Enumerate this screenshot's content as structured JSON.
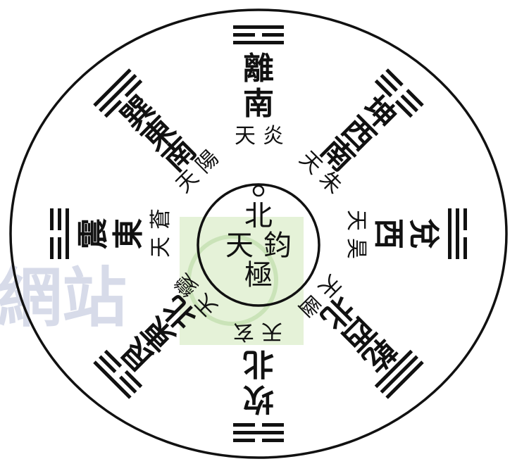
{
  "colors": {
    "ink": "#111111",
    "paper": "#ffffff",
    "watermark_blue": "#b8bfd8",
    "watermark_green": "#cfe8b8"
  },
  "center": {
    "top_char": "北",
    "left_char": "天",
    "right_char": "鈞",
    "bottom_char": "極"
  },
  "sectors": [
    {
      "id": "li",
      "trigram": [
        1,
        0,
        1
      ],
      "big": [
        "離",
        "南"
      ],
      "small": [
        "天",
        "炎"
      ]
    },
    {
      "id": "kun",
      "trigram": [
        0,
        0,
        0
      ],
      "big": [
        "坤",
        "西",
        "南"
      ],
      "small": [
        "天",
        "朱"
      ]
    },
    {
      "id": "dui",
      "trigram": [
        0,
        1,
        1
      ],
      "big": [
        "兌",
        "西"
      ],
      "small": [
        "天",
        "昊"
      ]
    },
    {
      "id": "qian",
      "trigram": [
        1,
        1,
        1
      ],
      "big": [
        "乾",
        "西",
        "北"
      ],
      "small": [
        "天",
        "幽"
      ]
    },
    {
      "id": "kan",
      "trigram": [
        0,
        1,
        0
      ],
      "big": [
        "坎",
        "北"
      ],
      "small": [
        "天",
        "玄"
      ]
    },
    {
      "id": "gen",
      "trigram": [
        1,
        0,
        0
      ],
      "big": [
        "艮",
        "東",
        "北"
      ],
      "small": [
        "天",
        "變"
      ]
    },
    {
      "id": "zhen",
      "trigram": [
        0,
        0,
        1
      ],
      "big": [
        "震",
        "東"
      ],
      "small": [
        "天",
        "蒼"
      ]
    },
    {
      "id": "xun",
      "trigram": [
        1,
        1,
        0
      ],
      "big": [
        "巽",
        "東",
        "南"
      ],
      "small": [
        "天",
        "陽"
      ]
    }
  ],
  "watermark": {
    "text": "網站",
    "icon": "taiji-watermark-icon"
  }
}
